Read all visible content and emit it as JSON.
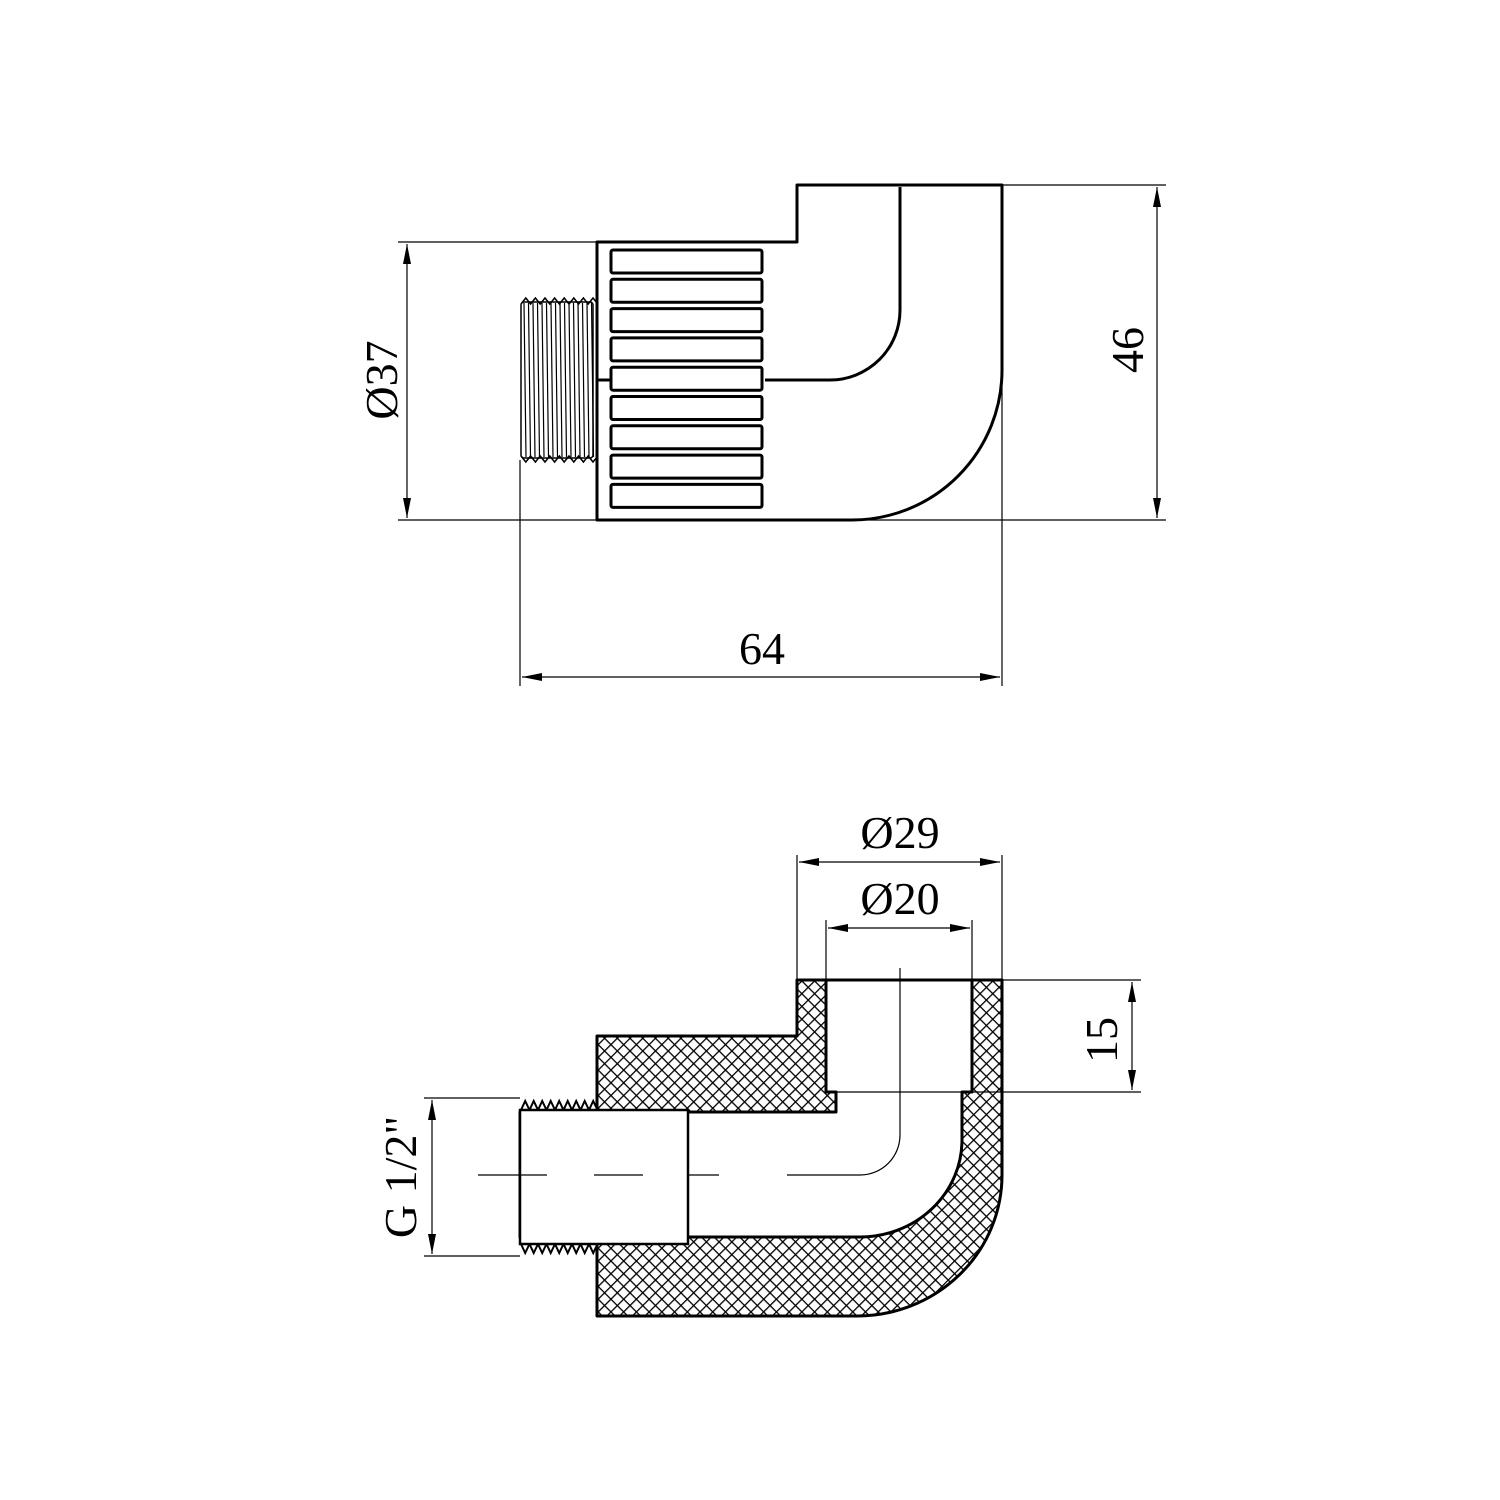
{
  "drawing": {
    "title": "Elbow fitting with external thread - technical drawing",
    "side_view": {
      "dimensions": {
        "diameter_body": "Ø37",
        "height": "46",
        "length": "64"
      }
    },
    "section_view": {
      "dimensions": {
        "outer_diameter": "Ø29",
        "inner_diameter": "Ø20",
        "socket_depth": "15",
        "thread": "G 1/2\""
      }
    },
    "colors": {
      "line": "#000000",
      "background": "#ffffff"
    }
  }
}
